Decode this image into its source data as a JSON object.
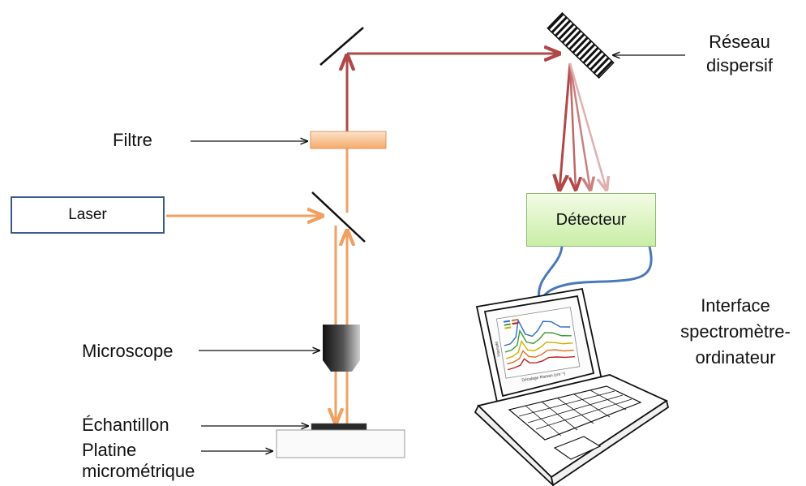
{
  "labels": {
    "laser": "Laser",
    "filtre": "Filtre",
    "microscope": "Microscope",
    "echantillon": "Échantillon",
    "platine_line1": "Platine",
    "platine_line2": "micrométrique",
    "reseau_line1": "Réseau",
    "reseau_line2": "dispersif",
    "detecteur": "Détecteur",
    "interface_line1": "Interface",
    "interface_line2": "spectromètre-",
    "interface_line3": "ordinateur"
  },
  "screen_plot": {
    "ylabel": "Intensité",
    "xlabel": "Décalage Raman (cm⁻¹)"
  },
  "colors": {
    "laser_beam": "#f0a060",
    "scattered_beam": "#b04848",
    "filter": "#f6b47a",
    "laser_border": "#3b5a8a",
    "detector_fill": "#d6f2bb",
    "cable": "#4a78b8"
  }
}
